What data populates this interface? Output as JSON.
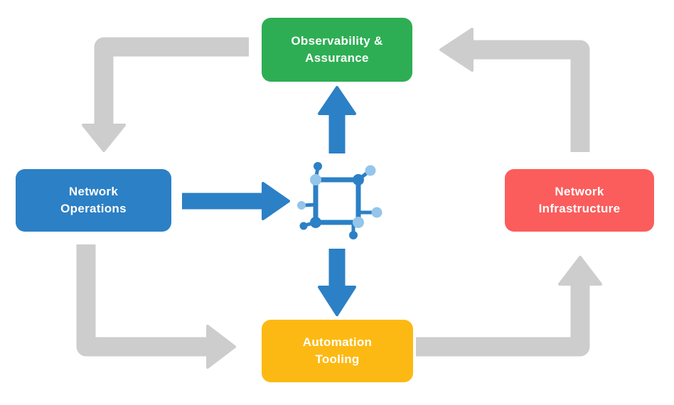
{
  "diagram": {
    "nodes": {
      "observability": {
        "label": "Observability &\nAssurance"
      },
      "operations": {
        "label": "Network\nOperations"
      },
      "infrastructure": {
        "label": "Network\nInfrastructure"
      },
      "automation": {
        "label": "Automation\nTooling"
      }
    },
    "center_icon": "network-platform-icon",
    "edges": [
      {
        "from": "observability",
        "to": "operations",
        "style": "gray-elbow"
      },
      {
        "from": "operations",
        "to": "center-icon",
        "style": "blue-straight"
      },
      {
        "from": "center-icon",
        "to": "observability",
        "style": "blue-straight"
      },
      {
        "from": "center-icon",
        "to": "automation",
        "style": "blue-straight"
      },
      {
        "from": "operations",
        "to": "automation",
        "style": "gray-elbow"
      },
      {
        "from": "automation",
        "to": "infrastructure",
        "style": "gray-elbow"
      },
      {
        "from": "infrastructure",
        "to": "observability",
        "style": "gray-elbow"
      }
    ],
    "colors": {
      "node_green": "#2EAE54",
      "node_blue": "#2C80C5",
      "node_red": "#FB5D5C",
      "node_yellow": "#FDB913",
      "arrow_gray": "#CDCDCD",
      "arrow_blue": "#2C80C5",
      "icon_dark": "#2C80C5",
      "icon_light": "#94C5EA",
      "label_text": "#FFFFFF"
    }
  }
}
